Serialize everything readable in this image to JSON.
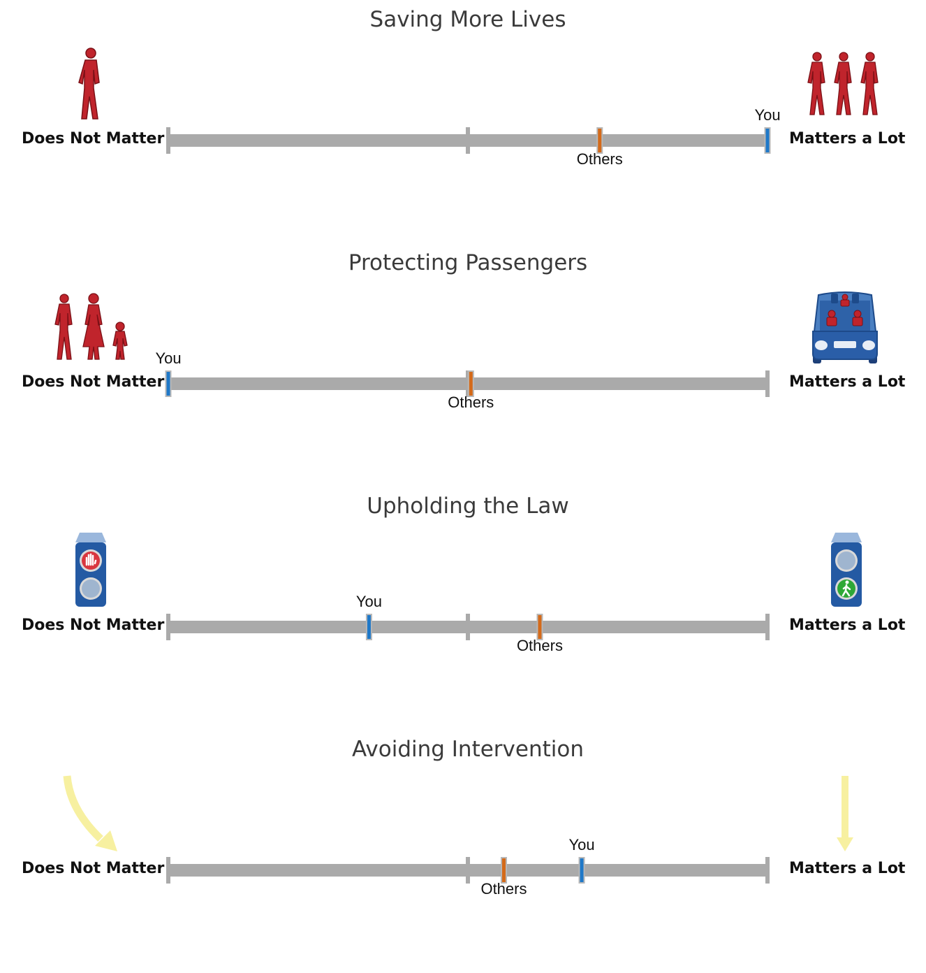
{
  "chart_data": {
    "type": "scale",
    "scale_min_label": "Does Not Matter",
    "scale_max_label": "Matters a Lot",
    "marker_labels": {
      "you": "You",
      "others": "Others"
    },
    "colors": {
      "you": "#1f78c8",
      "others": "#d46a1a",
      "track": "#aaaaaa"
    },
    "items": [
      {
        "title": "Saving More Lives",
        "you": 1.0,
        "others": 0.72,
        "left_icon": "one-person-icon",
        "right_icon": "three-people-icon"
      },
      {
        "title": "Protecting Passengers",
        "you": 0.0,
        "others": 0.505,
        "left_icon": "pedestrians-icon",
        "right_icon": "car-passengers-icon"
      },
      {
        "title": "Upholding the Law",
        "you": 0.335,
        "others": 0.62,
        "left_icon": "stop-signal-icon",
        "right_icon": "walk-signal-icon"
      },
      {
        "title": "Avoiding Intervention",
        "you": 0.69,
        "others": 0.56,
        "left_icon": "swerve-arrow-icon",
        "right_icon": "straight-arrow-icon"
      }
    ]
  }
}
